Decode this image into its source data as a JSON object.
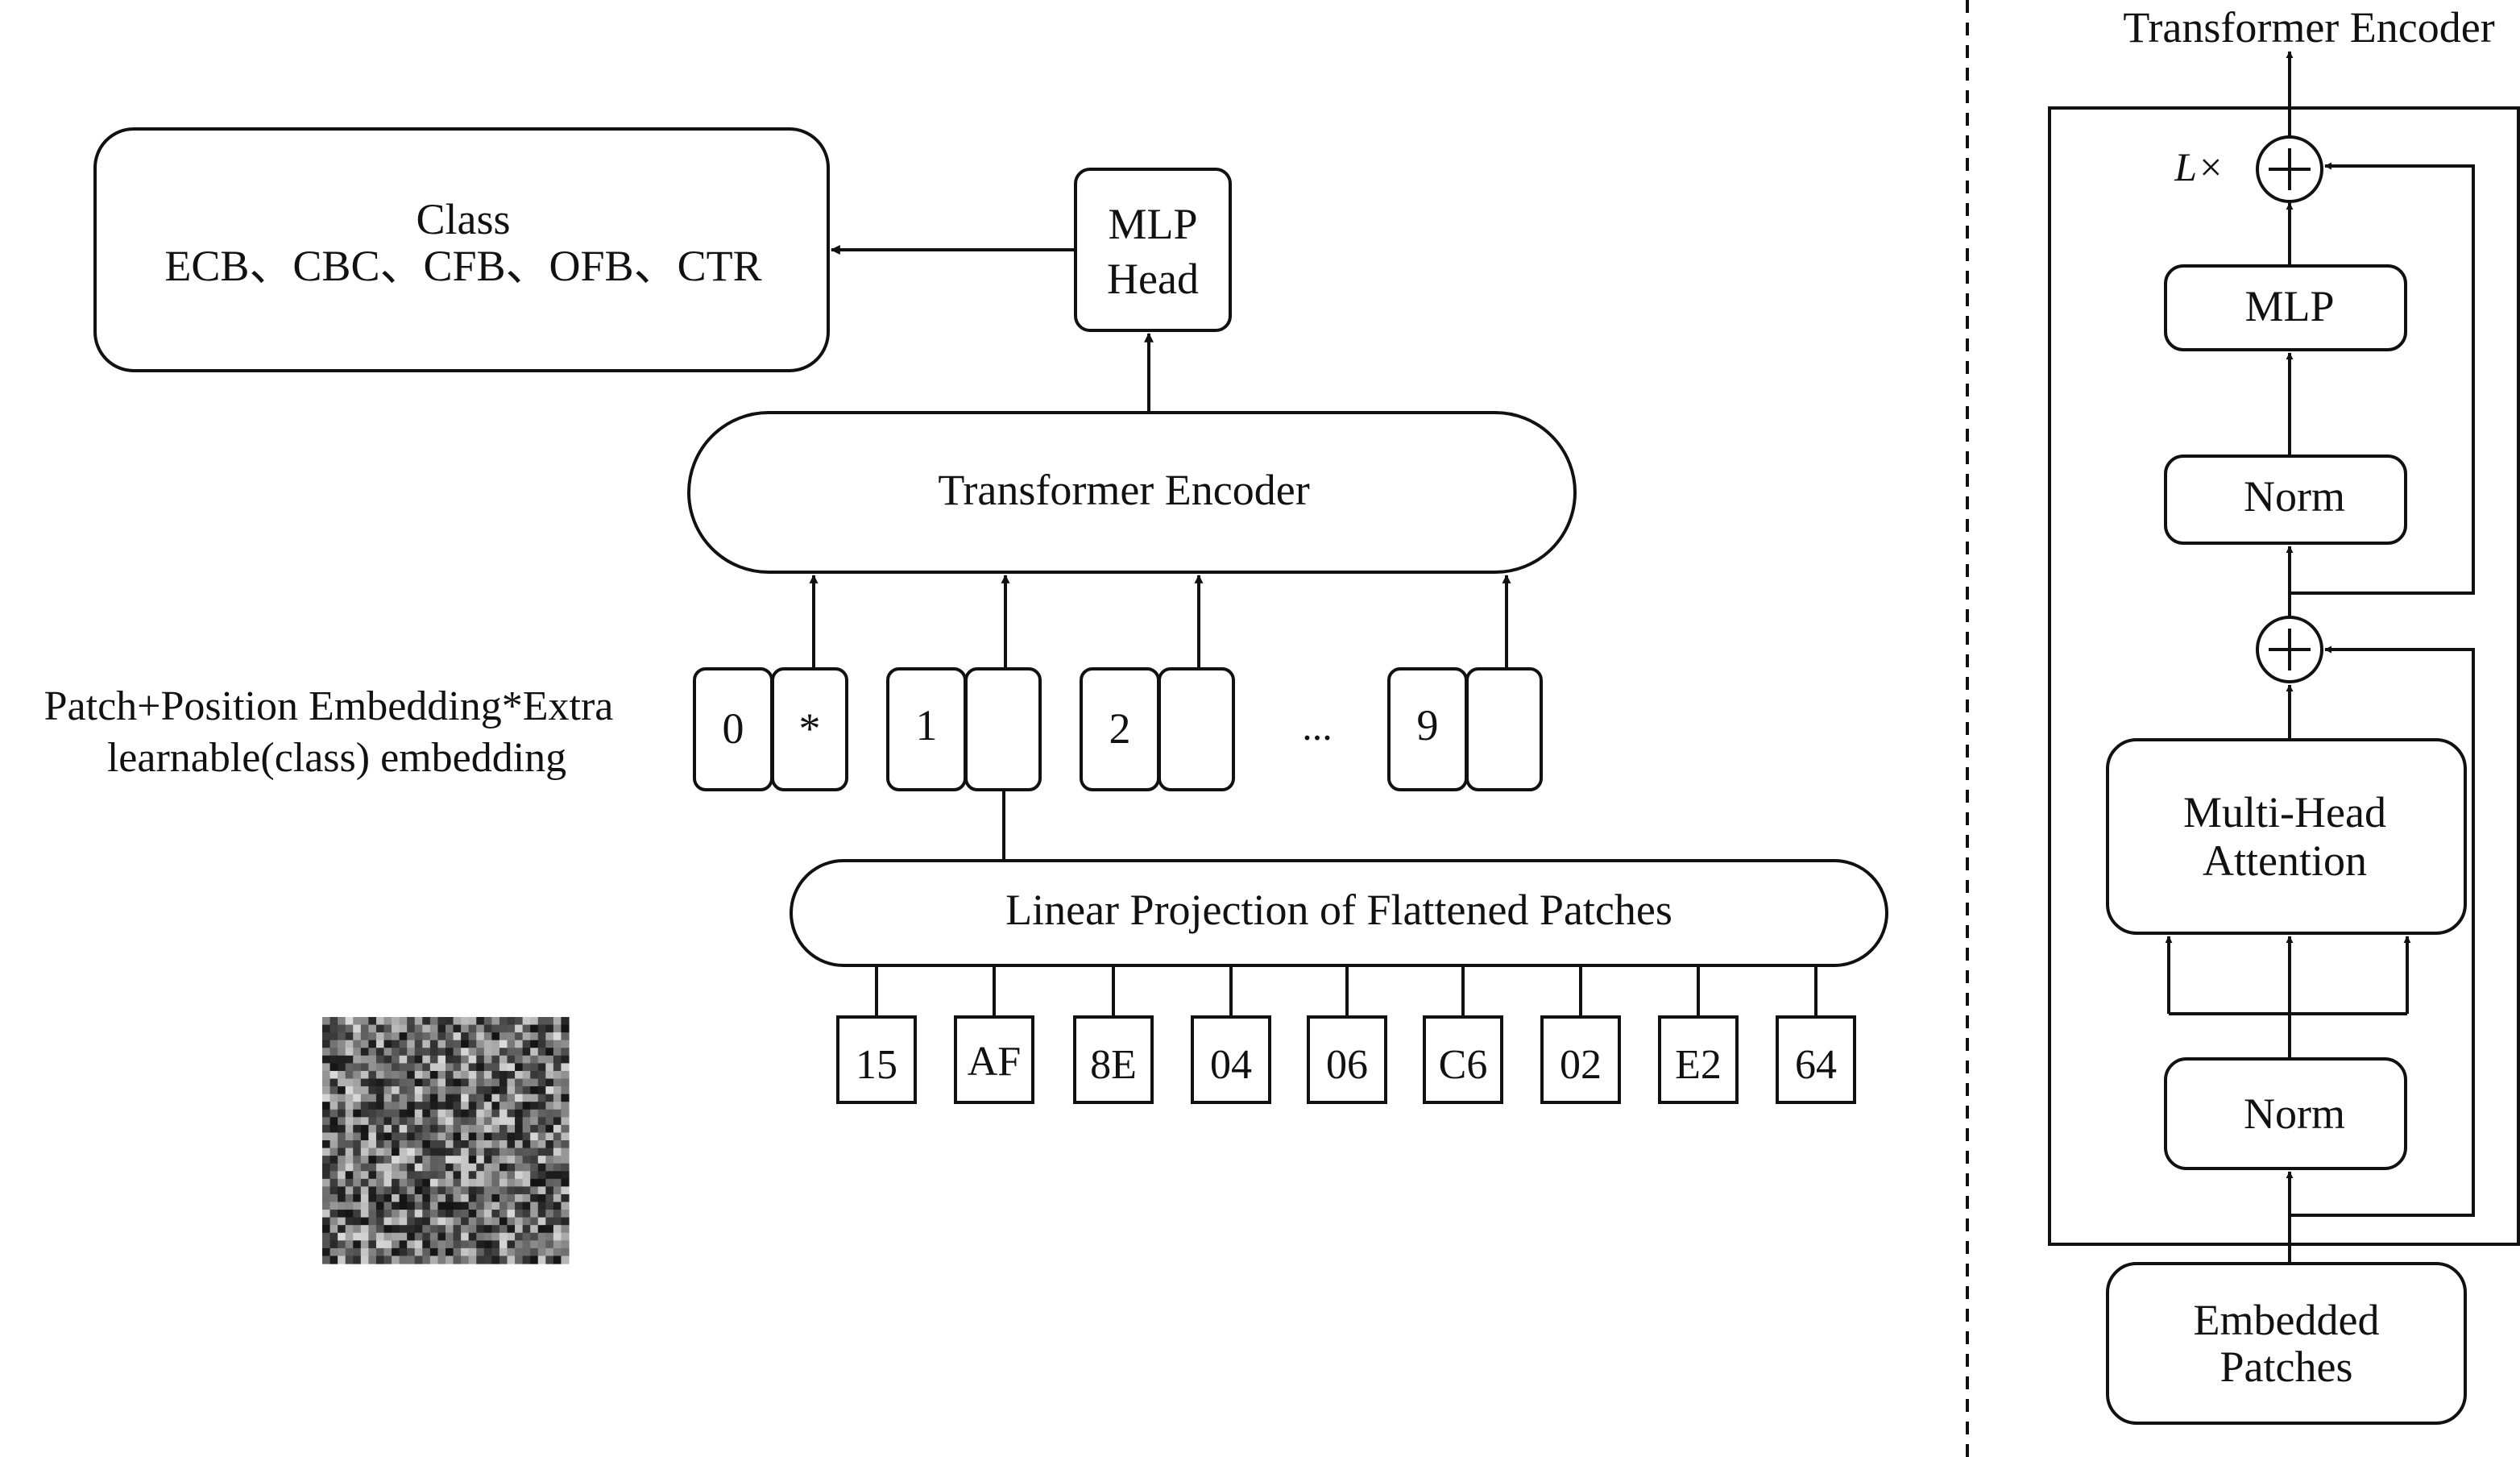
{
  "left_panel": {
    "class_box": {
      "line1": "Class",
      "line2": "ECB、CBC、CFB、OFB、CTR"
    },
    "mlp_head": {
      "line1": "MLP",
      "line2": "Head"
    },
    "transformer_encoder": "Transformer Encoder",
    "embedding_label": {
      "line1": "Patch+Position Embedding*Extra",
      "line2": "learnable(class) embedding"
    },
    "tokens": [
      "0",
      "*",
      "1",
      "",
      "2",
      "",
      "...",
      "9",
      ""
    ],
    "linear_projection": "Linear Projection of Flattened Patches",
    "patches": [
      "15",
      "AF",
      "8E",
      "04",
      "06",
      "C6",
      "02",
      "E2",
      "64"
    ]
  },
  "right_panel": {
    "title": "Transformer Encoder",
    "repeat_label": "L×",
    "mlp": "MLP",
    "norm_top": "Norm",
    "attention": {
      "line1": "Multi-Head",
      "line2": "Attention"
    },
    "norm_bottom": "Norm",
    "embedded_patches": {
      "line1": "Embedded",
      "line2": "Patches"
    },
    "plus_symbol": "+"
  }
}
